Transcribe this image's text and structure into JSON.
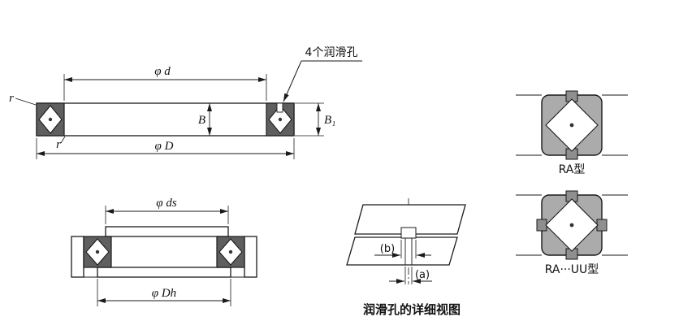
{
  "drawing": {
    "colors": {
      "background": "#ffffff",
      "line": "#1a1a1a",
      "section_fill": "#5f5f5f",
      "symbol_fill": "#ababab",
      "notch_fill": "#8f8f8f"
    },
    "front_view": {
      "lube_holes_label": "4个润滑孔",
      "dim_inner_diameter": "φ d",
      "dim_outer_diameter": "φ D",
      "dim_width": "B",
      "dim_width_outer": "B₁",
      "radius_top": "r",
      "radius_bottom": "r"
    },
    "mounting_view": {
      "dim_shaft_shoulder": "φ ds",
      "dim_housing_shoulder": "φ Dh"
    },
    "detail_view": {
      "dim_a": "(a)",
      "dim_b": "(b)",
      "caption": "润滑孔的详细视图"
    },
    "type_panel": {
      "ra_label": "RA型",
      "ra_uu_label": "RA···UU型"
    }
  }
}
